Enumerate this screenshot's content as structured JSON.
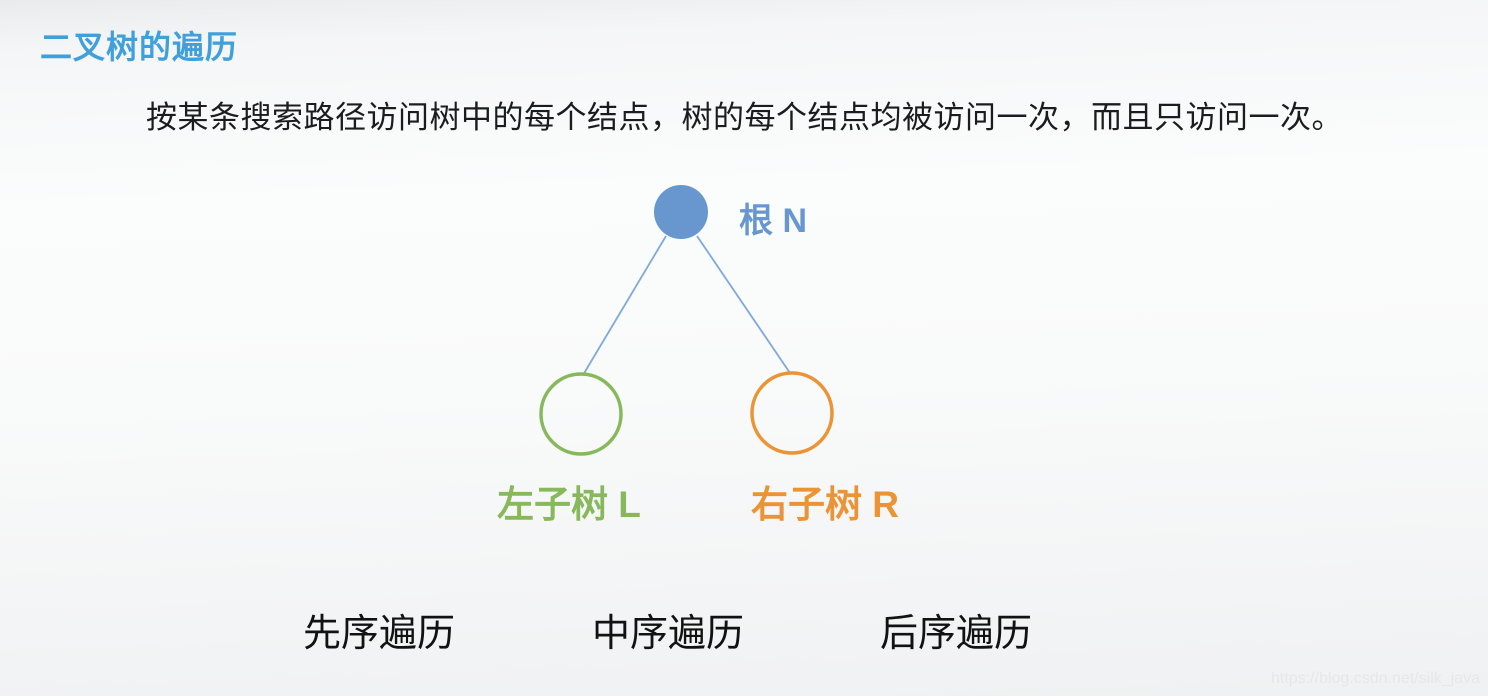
{
  "title": "二叉树的遍历",
  "description": "按某条搜索路径访问树中的每个结点，树的每个结点均被访问一次，而且只访问一次。",
  "tree": {
    "root": {
      "label": "根 N"
    },
    "left": {
      "label": "左子树 L"
    },
    "right": {
      "label": "右子树 R"
    }
  },
  "traversals": [
    {
      "label": "先序遍历"
    },
    {
      "label": "中序遍历"
    },
    {
      "label": "后序遍历"
    }
  ],
  "watermark": "https://blog.csdn.net/silk_java",
  "colors": {
    "title_blue": "#3fa0db",
    "body_text": "#1c1c1e",
    "node_root": "#6897d0",
    "edge": "#7fa9d8",
    "node_left": "#87b95c",
    "node_right": "#ec9335",
    "traversal_text": "#121212",
    "watermark": "#e6e7e9"
  }
}
